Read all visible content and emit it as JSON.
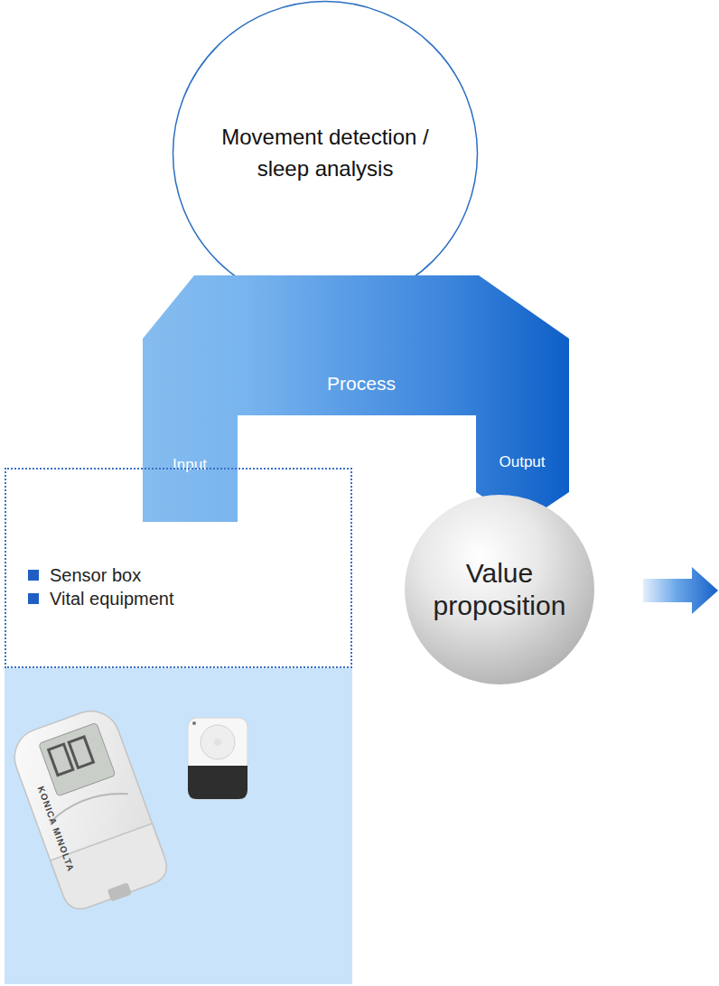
{
  "diagram": {
    "nodes": [
      {
        "text": [
          "Movement detection / sleep analysis"
        ]
      },
      {
        "text": [
          "Process",
          "Input",
          "Output"
        ]
      },
      {
        "text": [
          "Sensor box",
          "Vital equipment"
        ]
      },
      {
        "text": [
          "Value proposition"
        ]
      }
    ],
    "labels": [
      "KONICA MINOLTA"
    ]
  }
}
